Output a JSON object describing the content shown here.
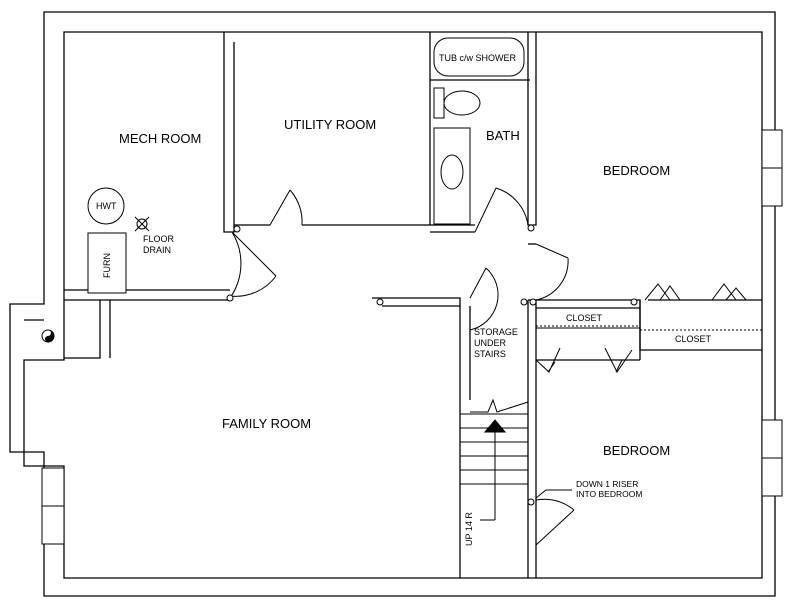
{
  "rooms": {
    "mech_room": "MECH ROOM",
    "utility_room": "UTILITY ROOM",
    "bath": "BATH",
    "bedroom_upper": "BEDROOM",
    "bedroom_lower": "BEDROOM",
    "family_room": "FAMILY ROOM"
  },
  "fixtures": {
    "tub": "TUB c/w SHOWER",
    "hwt": "HWT",
    "furnace": "FURN",
    "floor_drain_line1": "FLOOR",
    "floor_drain_line2": "DRAIN"
  },
  "closets": {
    "closet_left": "CLOSET",
    "closet_right": "CLOSET"
  },
  "storage": {
    "line1": "STORAGE",
    "line2": "UNDER",
    "line3": "STAIRS"
  },
  "stairs": {
    "label": "UP 14 R"
  },
  "notes": {
    "riser_line1": "DOWN 1 RISER",
    "riser_line2": "INTO BEDROOM"
  }
}
